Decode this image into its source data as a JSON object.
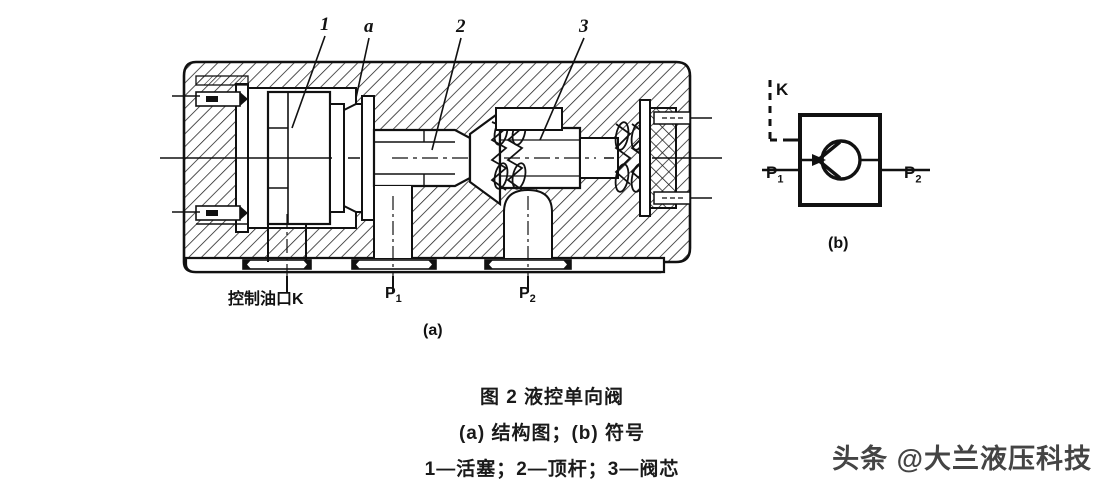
{
  "figure": {
    "title_line": "图 2    液控单向阀",
    "subtitle_line": "(a) 结构图；(b) 符号",
    "legend_line": "1—活塞；2—顶杆；3—阀芯"
  },
  "diagram_a": {
    "label": "(a)",
    "callouts": [
      {
        "id": "1",
        "text": "1"
      },
      {
        "id": "a",
        "text": "a"
      },
      {
        "id": "2",
        "text": "2"
      },
      {
        "id": "3",
        "text": "3"
      }
    ],
    "ports": [
      {
        "id": "control",
        "text": "控制油口K"
      },
      {
        "id": "p1",
        "text": "P",
        "sub": "1"
      },
      {
        "id": "p2",
        "text": "P",
        "sub": "2"
      }
    ]
  },
  "diagram_b": {
    "label": "(b)",
    "pilot_port": "K",
    "left_port": {
      "text": "P",
      "sub": "1"
    },
    "right_port": {
      "text": "P",
      "sub": "2"
    }
  },
  "watermark": {
    "text": "头条 @大兰液压科技"
  },
  "colors": {
    "line": "#111111",
    "background": "#ffffff",
    "hatch": "#1a1a1a"
  }
}
